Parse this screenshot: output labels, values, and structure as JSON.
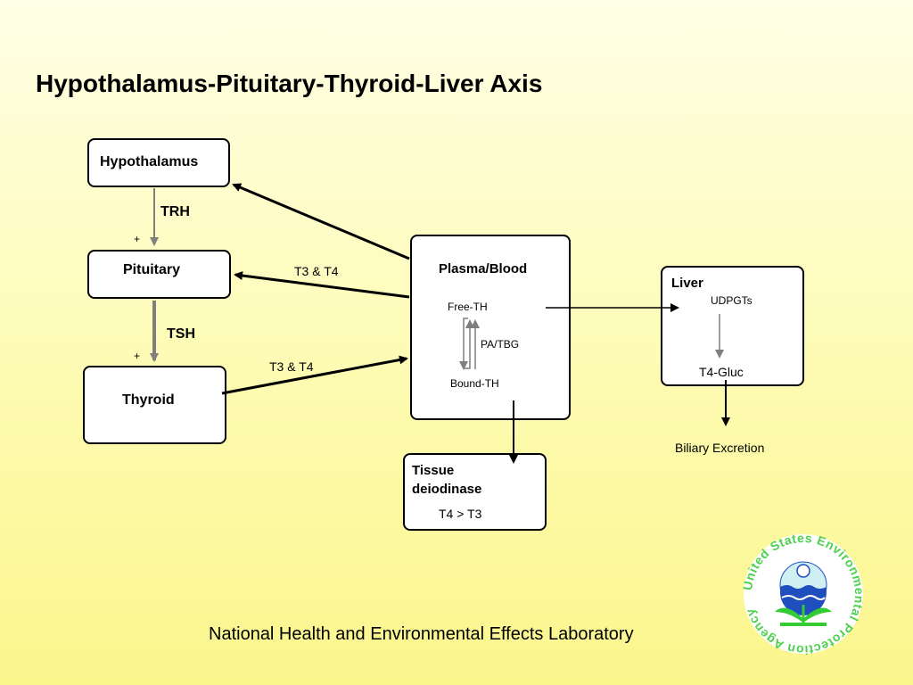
{
  "title": "Hypothalamus-Pituitary-Thyroid-Liver Axis",
  "boxes": {
    "hypothalamus": "Hypothalamus",
    "pituitary": "Pituitary",
    "thyroid": "Thyroid",
    "plasma": "Plasma/Blood",
    "liver": "Liver",
    "tissue_line1": "Tissue",
    "tissue_line2": "deiodinase"
  },
  "labels": {
    "trh": "TRH",
    "tsh": "TSH",
    "plus": "+",
    "t3t4": "T3 & T4",
    "free_th": "Free-TH",
    "pa_tbg": "PA/TBG",
    "bound_th": "Bound-TH",
    "udpgts": "UDPGTs",
    "t4_gluc": "T4-Gluc",
    "t4_gt_t3": "T4 > T3",
    "biliary": "Biliary Excretion"
  },
  "footer": "National Health and Environmental Effects Laboratory",
  "logo_text": "United States Environmental Protection Agency",
  "colors": {
    "arrow": "#000000",
    "grey_arrow": "#7f7f7f",
    "logo_green": "#33cc33",
    "logo_blue": "#1f4fbf",
    "logo_sky": "#cfeff2"
  }
}
